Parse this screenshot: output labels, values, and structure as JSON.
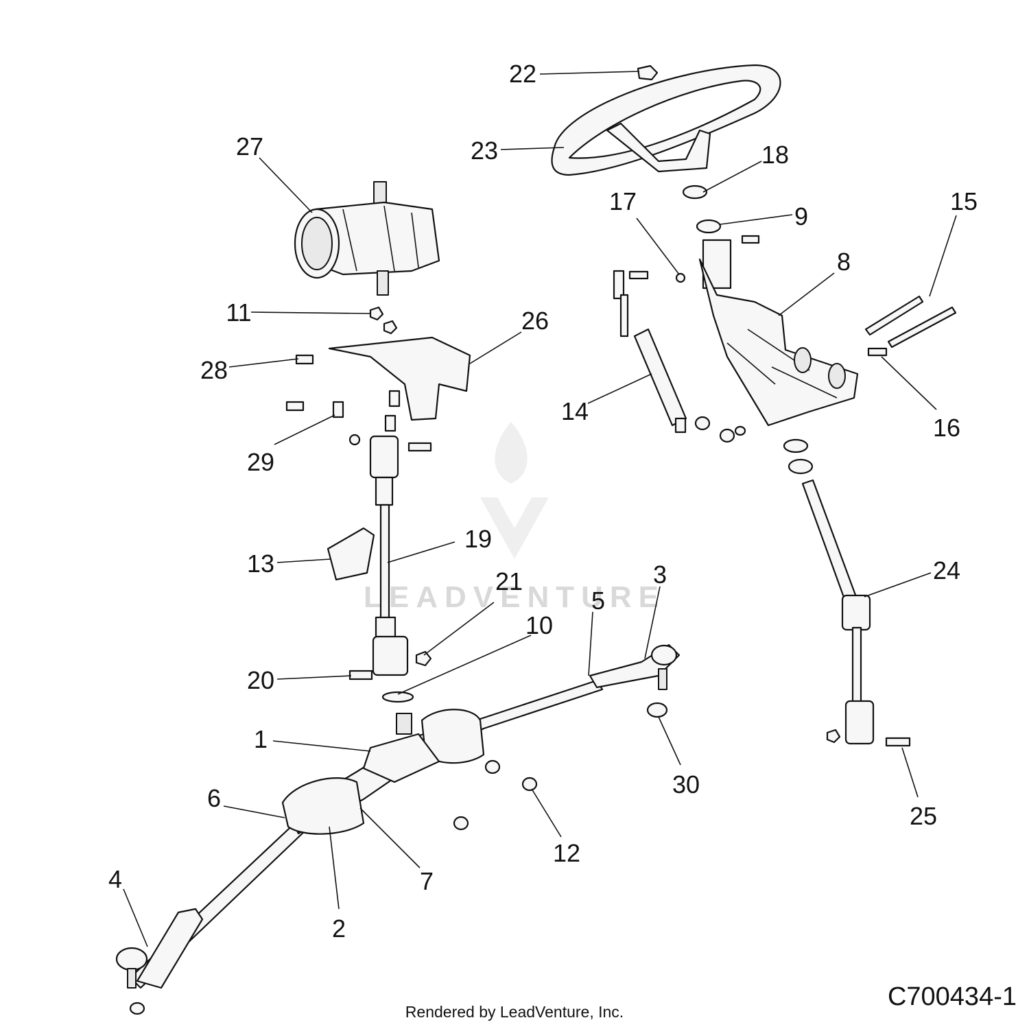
{
  "diagram": {
    "drawing_id": "C700434-1",
    "rendered_by": "Rendered by LeadVenture, Inc.",
    "watermark": "LEADVENTURE",
    "callouts": [
      "1",
      "2",
      "3",
      "4",
      "5",
      "6",
      "7",
      "8",
      "9",
      "10",
      "11",
      "12",
      "13",
      "14",
      "15",
      "16",
      "17",
      "18",
      "19",
      "20",
      "21",
      "22",
      "23",
      "24",
      "25",
      "26",
      "27",
      "28",
      "29",
      "30"
    ]
  }
}
